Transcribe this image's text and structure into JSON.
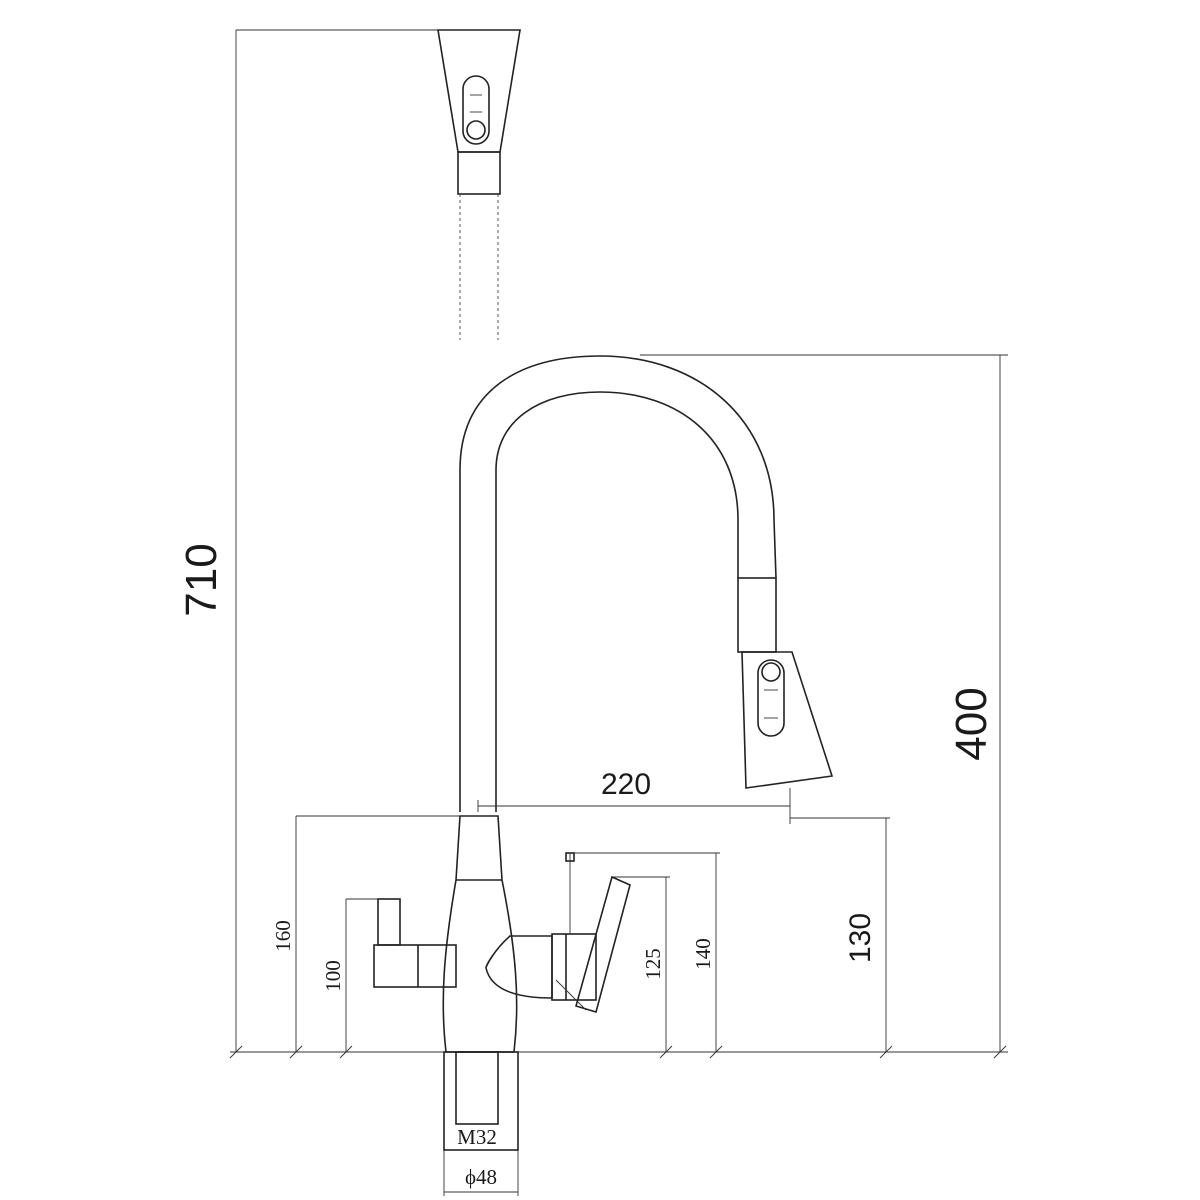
{
  "drawing": {
    "dimensions": {
      "total_height": "710",
      "spout_height": "400",
      "spout_reach": "220",
      "body_height_right": "130",
      "handle_height_left": "160",
      "handle_pivot_left": "100",
      "lever_height_a": "125",
      "lever_height_b": "140",
      "thread": "M32",
      "base_diameter": "ϕ48"
    },
    "colors": {
      "line": "#222222",
      "background": "#ffffff"
    }
  }
}
